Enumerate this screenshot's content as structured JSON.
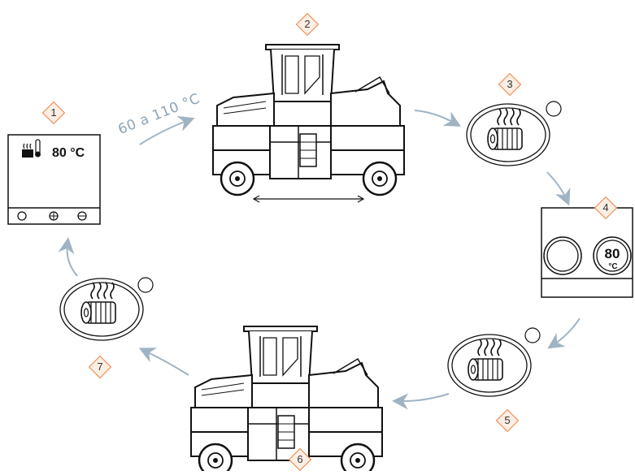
{
  "steps": [
    "1",
    "2",
    "3",
    "4",
    "5",
    "6",
    "7"
  ],
  "display": {
    "temperature": "80 °C",
    "dial_value": "80",
    "dial_unit": "°C"
  },
  "temperature_range_label": "60 a 110 °C",
  "colors": {
    "badge_border": "#f07f3c",
    "badge_fill": "#fdeee4",
    "arrow": "#9fb3c3",
    "line": "#111111"
  },
  "icons": [
    "thermometer-heat-icon",
    "heated-tire-icon",
    "pneumatic-roller-icon",
    "status-light-icon"
  ]
}
